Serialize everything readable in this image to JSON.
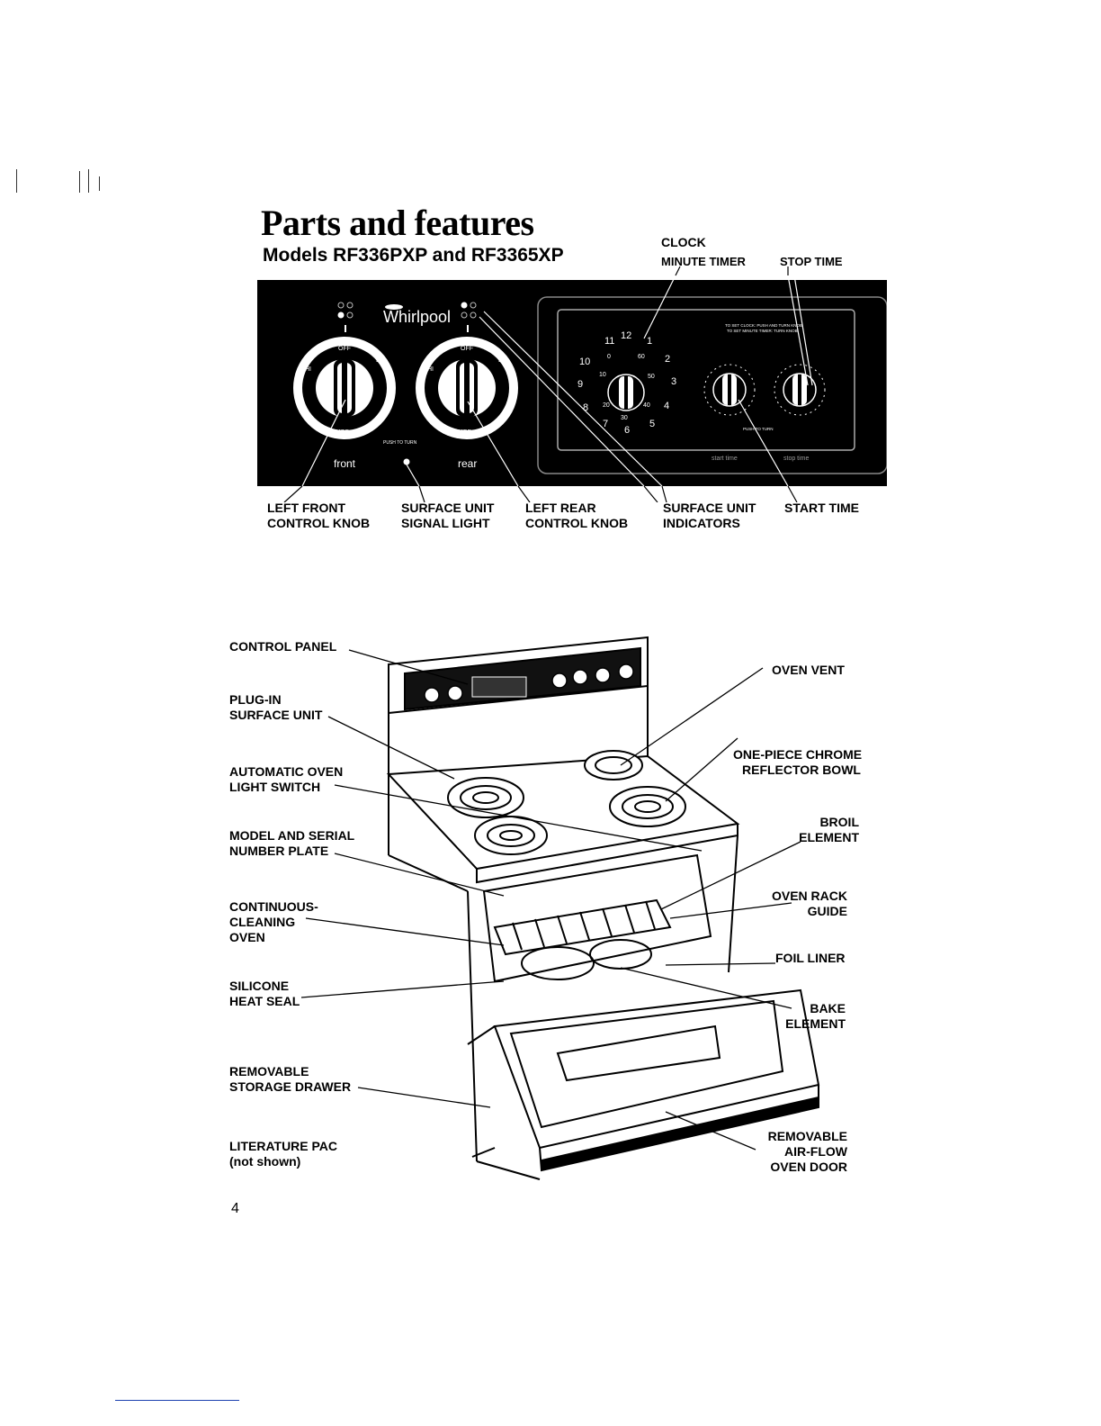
{
  "header": {
    "title": "Parts and features",
    "subtitle": "Models RF336PXP and RF3365XP"
  },
  "panel": {
    "brand": "Whirlpool",
    "knob_texts": [
      "OFF",
      "LO",
      "MED",
      "HI",
      "MED LO",
      "MED HI"
    ],
    "push_to_turn": "PUSH TO TURN",
    "front_label": "front",
    "rear_label": "rear",
    "clock_instructions": [
      "TO SET CLOCK: PUSH AND TURN KNOB",
      "TO SET MINUTE TIMER: TURN KNOB"
    ],
    "start_time_label": "start time",
    "stop_time_label": "stop time",
    "push_to_turn_small": "PUSH TO TURN",
    "clock_hours": [
      "12",
      "1",
      "2",
      "3",
      "4",
      "5",
      "6",
      "7",
      "8",
      "9",
      "10",
      "11"
    ],
    "timer_minutes": [
      "0",
      "10",
      "20",
      "30",
      "40",
      "50",
      "60"
    ]
  },
  "panel_callouts": {
    "clock": "CLOCK",
    "minute_timer": "MINUTE TIMER",
    "stop_time": "STOP TIME",
    "left_front": [
      "LEFT FRONT",
      "CONTROL KNOB"
    ],
    "signal_light": [
      "SURFACE UNIT",
      "SIGNAL LIGHT"
    ],
    "left_rear": [
      "LEFT REAR",
      "CONTROL KNOB"
    ],
    "unit_indicators": [
      "SURFACE UNIT",
      "INDICATORS"
    ],
    "start_time": "START TIME"
  },
  "range_callouts": {
    "control_panel": "CONTROL PANEL",
    "plug_in": [
      "PLUG-IN",
      "SURFACE UNIT"
    ],
    "light_switch": [
      "AUTOMATIC OVEN",
      "LIGHT SWITCH"
    ],
    "model_plate": [
      "MODEL AND SERIAL",
      "NUMBER PLATE"
    ],
    "continuous": [
      "CONTINUOUS-",
      "CLEANING",
      "OVEN"
    ],
    "silicone": [
      "SILICONE",
      "HEAT SEAL"
    ],
    "storage": [
      "REMOVABLE",
      "STORAGE DRAWER"
    ],
    "literature": [
      "LITERATURE PAC",
      "(not shown)"
    ],
    "oven_vent": "OVEN VENT",
    "chrome_bowl": [
      "ONE-PIECE CHROME",
      "REFLECTOR BOWL"
    ],
    "broil": [
      "BROIL",
      "ELEMENT"
    ],
    "rack_guide": [
      "OVEN RACK",
      "GUIDE"
    ],
    "foil": "FOIL LINER",
    "bake": [
      "BAKE",
      "ELEMENT"
    ],
    "door": [
      "REMOVABLE",
      "AIR-FLOW",
      "OVEN DOOR"
    ]
  },
  "page_number": "4"
}
